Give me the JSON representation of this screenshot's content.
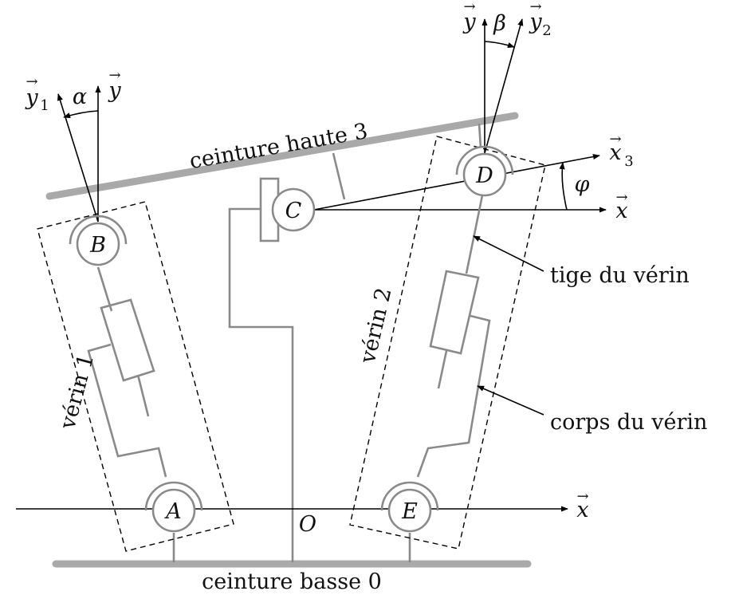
{
  "labels": {
    "top_belt": "ceinture haute 3",
    "bottom_belt": "ceinture basse 0",
    "jack1": "vérin 1",
    "jack2": "vérin 2",
    "rod": "tige du vérin",
    "body": "corps du vérin"
  },
  "points": {
    "A": "A",
    "B": "B",
    "C": "C",
    "D": "D",
    "E": "E",
    "O": "O"
  },
  "angles": {
    "alpha": "α",
    "beta": "β",
    "phi": "φ"
  },
  "vectors": {
    "x_letter": "x",
    "y_letter": "y",
    "sub_1": "1",
    "sub_2": "2",
    "sub_3": "3",
    "arrow": "→"
  }
}
